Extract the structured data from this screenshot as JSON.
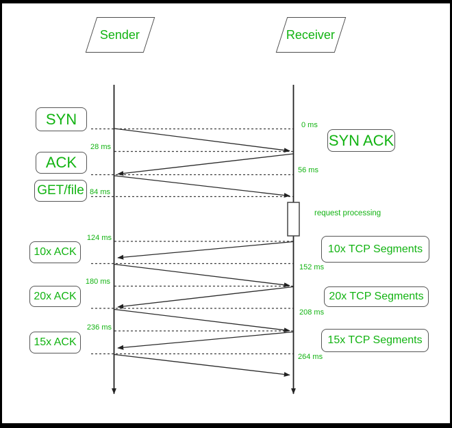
{
  "colors": {
    "green": "#12b312",
    "line": "#2e2e2e",
    "box_border": "#555555"
  },
  "actors": [
    {
      "name": "Sender"
    },
    {
      "name": "Receiver"
    }
  ],
  "sender_messages": [
    {
      "label": "SYN"
    },
    {
      "label": "ACK"
    },
    {
      "label": "GET/file"
    },
    {
      "label": "10x ACK"
    },
    {
      "label": "20x ACK"
    },
    {
      "label": "15x ACK"
    }
  ],
  "receiver_messages": [
    {
      "label": "SYN ACK"
    },
    {
      "label": "10x TCP Segments"
    },
    {
      "label": "20x TCP Segments"
    },
    {
      "label": "15x TCP Segments"
    }
  ],
  "timestamps": [
    {
      "label": "0 ms"
    },
    {
      "label": "28 ms"
    },
    {
      "label": "56 ms"
    },
    {
      "label": "84 ms"
    },
    {
      "label": "124 ms"
    },
    {
      "label": "152 ms"
    },
    {
      "label": "180 ms"
    },
    {
      "label": "208 ms"
    },
    {
      "label": "236 ms"
    },
    {
      "label": "264 ms"
    }
  ],
  "annotations": [
    {
      "label": "request processing"
    }
  ]
}
